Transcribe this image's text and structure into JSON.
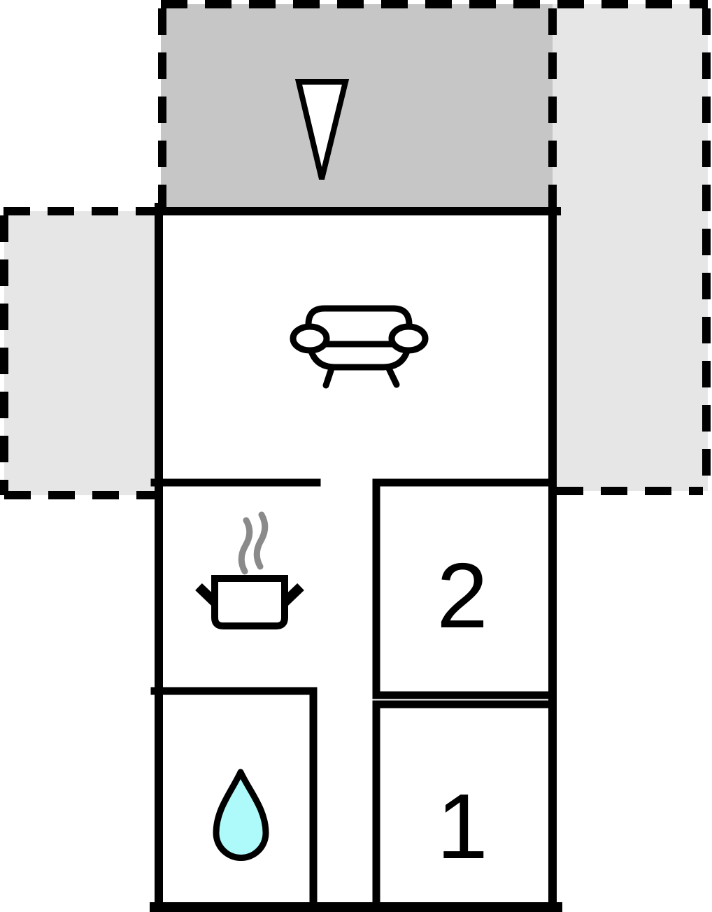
{
  "plan": {
    "kind_label": "floor-plan",
    "rooms": {
      "bedroom_2": {
        "label": "2"
      },
      "bedroom_1": {
        "label": "1"
      }
    },
    "icons": {
      "entrance_arrow": "entrance-arrow",
      "sofa": "sofa",
      "cooking_pot": "cooking-pot",
      "steam": "steam",
      "water_drop": "water-drop"
    },
    "colors": {
      "wall": "#000000",
      "entrance_patio_fill": "#c6c6c6",
      "terrace_fill": "#e6e6e6",
      "room_fill": "#ffffff",
      "water_drop_fill": "#aefafa",
      "steam_stroke": "#8a8a8a",
      "arrow_fill": "#ffffff"
    }
  }
}
